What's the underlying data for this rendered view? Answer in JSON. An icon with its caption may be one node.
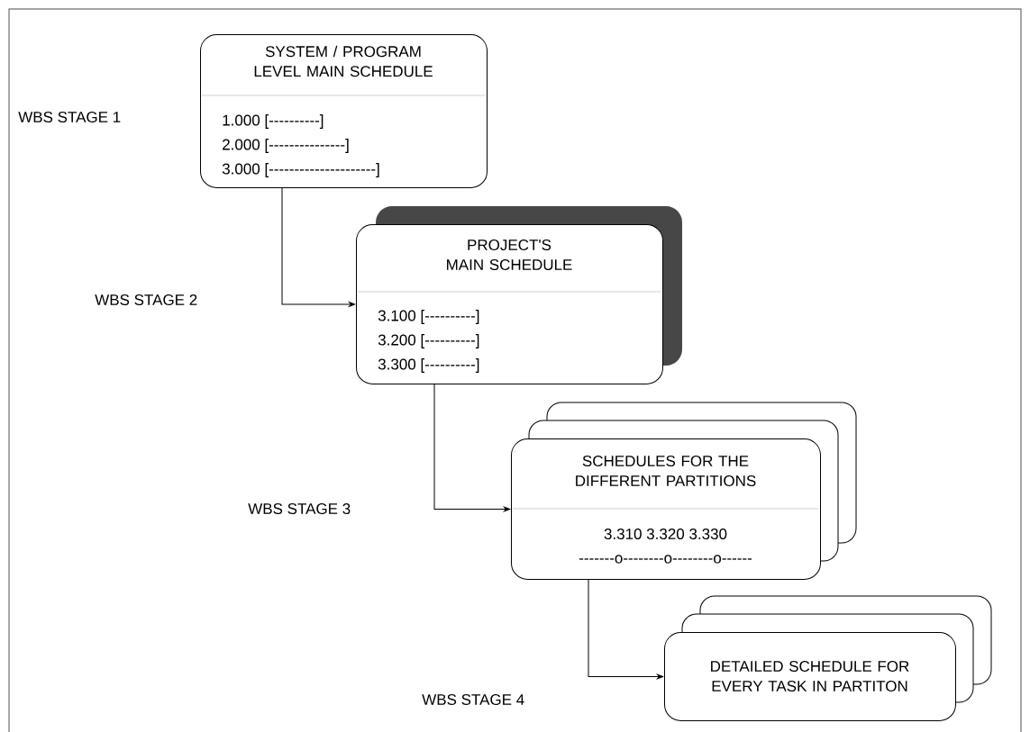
{
  "diagram": {
    "nodes": [
      {
        "text": [
          "SYSTEM / PROGRAM LEVEL MAIN SCHEDULE",
          "1.000 [----------]",
          "2.000 [---------------]",
          "3.000 [---------------------]"
        ]
      },
      {
        "text": [
          "PROJECT'S MAIN SCHEDULE",
          "3.100 [----------]",
          "3.200 [----------]",
          "3.300 [----------]"
        ]
      },
      {
        "text": [
          "SCHEDULES FOR THE DIFFERENT PARTITIONS",
          "3.310 3.320 3.330",
          "-------o--------o--------o------"
        ]
      },
      {
        "text": [
          "DETAILED SCHEDULE FOR EVERY TASK IN PARTITON"
        ]
      }
    ],
    "edges": [
      {
        "from": 0,
        "to": 1,
        "arrow": "to"
      },
      {
        "from": 1,
        "to": 2,
        "arrow": "to"
      },
      {
        "from": 2,
        "to": 3,
        "arrow": "to"
      }
    ],
    "labels": [
      "WBS STAGE 1",
      "WBS STAGE 2",
      "WBS STAGE 3",
      "WBS STAGE 4"
    ]
  }
}
